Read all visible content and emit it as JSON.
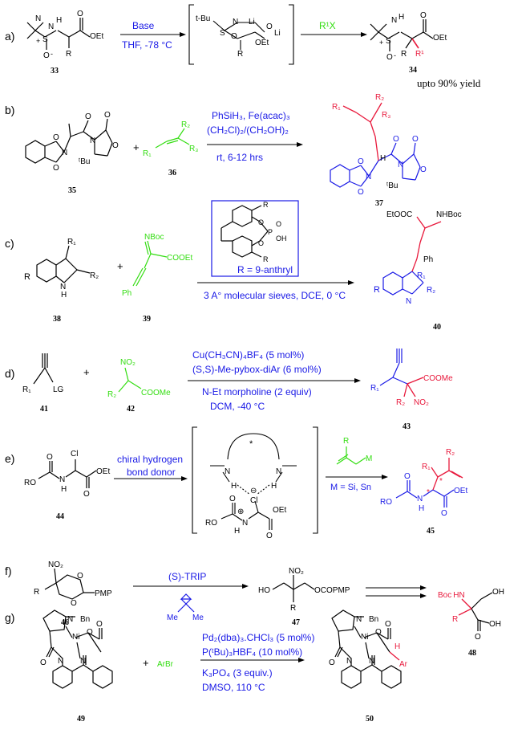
{
  "colors": {
    "black": "#000000",
    "blue": "#1a1ae6",
    "red": "#e8193c",
    "green": "#33dd11"
  },
  "a": {
    "letter": "a)",
    "sm_id": "33",
    "sm_tBu": "t-Bu",
    "sm_S": "S",
    "sm_NH": "N",
    "sm_H": "H",
    "sm_O": "O",
    "sm_Om": "O",
    "sm_R": "R",
    "sm_OEt": "OEt",
    "sm_plus": "+",
    "sm_minus": "-",
    "cond1": "Base",
    "cond2": "THF, -78 °C",
    "int_tBu": "t-Bu",
    "int_N": "N",
    "int_Li1": "Li",
    "int_Li2": "Li",
    "int_O1": "O",
    "int_O2": "O",
    "int_S": "S",
    "int_R": "R",
    "int_OEt": "OEt",
    "reagent": "R¹X",
    "prod_id": "34",
    "prod_NH": "N",
    "prod_H": "H",
    "prod_S": "S",
    "prod_O": "O",
    "prod_Om": "O",
    "prod_OEt": "OEt",
    "prod_R": "R",
    "prod_R1": "R¹",
    "prod_plus": "+",
    "prod_minus": "-",
    "yield": "upto 90% yield"
  },
  "b": {
    "letter": "b)",
    "sm_id": "35",
    "alkene_id": "36",
    "prod_id": "37",
    "plus": "+",
    "cond1": "PhSiH₃, Fe(acac)₃",
    "cond2": "(CH₂Cl)₂/(CH₂OH)₂",
    "cond3": "rt, 6-12 hrs",
    "R1": "R₁",
    "R2": "R₂",
    "R3": "R₃",
    "tBu": "ᵗBu",
    "N": "N",
    "O": "O",
    "H": "H"
  },
  "c": {
    "letter": "c)",
    "indole_id": "38",
    "imine_id": "39",
    "prod_id": "40",
    "plus": "+",
    "R": "R",
    "R1": "R₁",
    "R2": "R₂",
    "NH": "N",
    "H": "H",
    "NBoc": "NBoc",
    "COOEt": "COOEt",
    "Ph": "Ph",
    "cat_O": "O",
    "cat_P": "P",
    "cat_OH": "OH",
    "cat_R": "R",
    "cond1": "R = 9-anthryl",
    "cond2": "3 A° molecular sieves, DCE, 0 °C",
    "prod_EtOOC": "EtOOC",
    "prod_NHBoc": "NHBoc",
    "prod_Ph": "Ph",
    "prod_N": "N"
  },
  "d": {
    "letter": "d)",
    "sm1_id": "41",
    "sm2_id": "42",
    "prod_id": "43",
    "plus": "+",
    "R1": "R₁",
    "R2": "R₂",
    "LG": "LG",
    "NO2": "NO₂",
    "COOMe": "COOMe",
    "cond1": "Cu(CH₃CN)₄BF₄ (5 mol%)",
    "cond2": "(S,S)-Me-pybox-diAr (6 mol%)",
    "cond3": "N-Et morpholine (2 equiv)",
    "cond4": "DCM, -40 °C"
  },
  "e": {
    "letter": "e)",
    "sm_id": "44",
    "prod_id": "45",
    "RO": "RO",
    "Cl": "Cl",
    "OEt": "OEt",
    "N": "N",
    "H": "H",
    "O": "O",
    "cond1": "chiral hydrogen",
    "cond2": "bond donor",
    "ts_star": "*",
    "ts_N1": "N",
    "ts_N2": "N",
    "ts_H1": "H",
    "ts_H2": "H",
    "ts_Cl": "Cl",
    "ts_minus": "⊖",
    "ts_plus": "⊕",
    "ts_RO": "RO",
    "ts_N": "N",
    "ts_H": "H",
    "ts_OEt": "OEt",
    "ts_O": "O",
    "allyl_R": "R",
    "allyl_M": "M",
    "allyl_cond": "M = Si, Sn",
    "prod_R1": "R₁",
    "prod_R2": "R₂",
    "prod_RO": "RO",
    "prod_N": "N",
    "prod_H": "H",
    "prod_OEt": "OEt",
    "prod_O": "O",
    "star": "*"
  },
  "f": {
    "letter": "f)",
    "sm_id": "46",
    "int_id": "47",
    "prod_id": "48",
    "NO2": "NO₂",
    "R": "R",
    "O": "O",
    "PMP": "PMP",
    "cond1": "(S)-TRIP",
    "Me": "Me",
    "int_HO": "HO",
    "int_NO2": "NO₂",
    "int_R": "R",
    "int_OCOPMP": "OCOPMP",
    "prod_BocHN": "Boc HN",
    "prod_OH": "OH",
    "prod_R": "R",
    "prod_O": "O"
  },
  "g": {
    "letter": "g)",
    "sm_id": "49",
    "prod_id": "50",
    "plus": "+",
    "ArBr": "ArBr",
    "N": "N",
    "Bn": "Bn",
    "Ni": "Ni",
    "O": "O",
    "H": "H",
    "Ar": "Ar",
    "cond1": "Pd₂(dba)₃.CHCl₃ (5 mol%)",
    "cond2": "P(ᵗBu)₃HBF₄ (10 mol%)",
    "cond3": "K₃PO₄ (3 equiv.)",
    "cond4": "DMSO, 110 °C"
  }
}
